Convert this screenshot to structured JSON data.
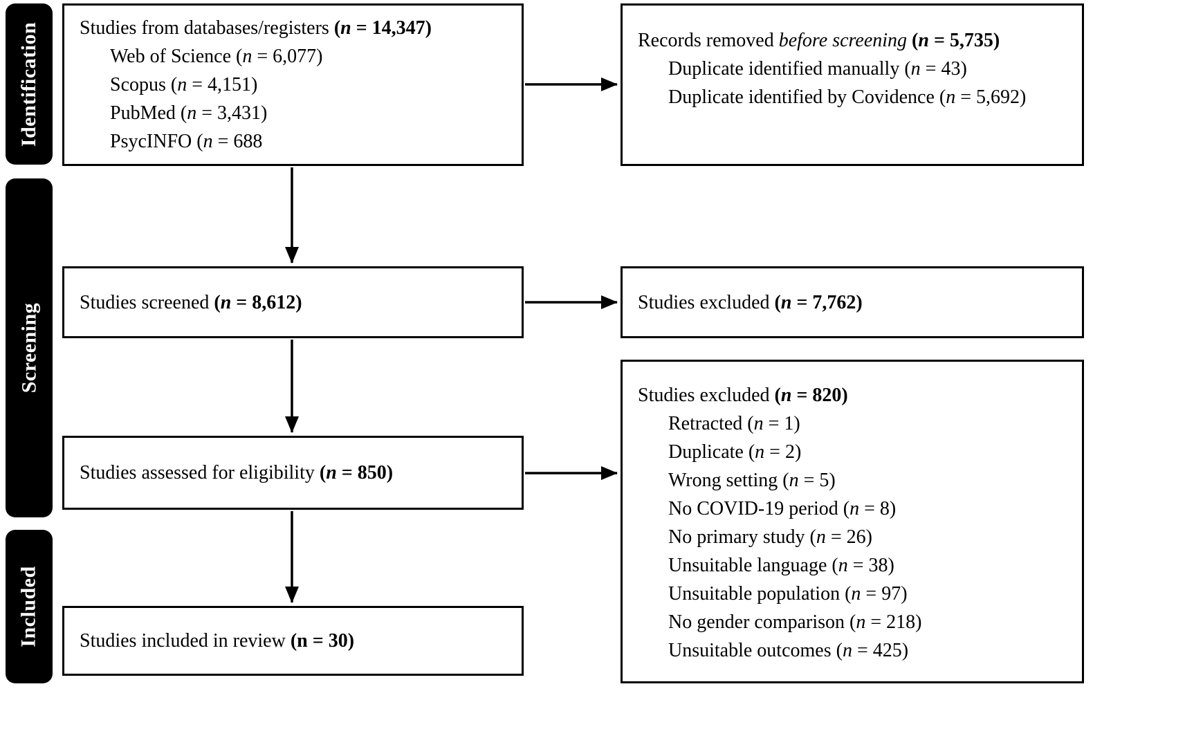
{
  "diagram_title": "PRISMA study selection flow diagram",
  "colors": {
    "box_border": "#000000",
    "stage_bg": "#000000",
    "stage_text": "#ffffff",
    "canvas_bg": "#ffffff",
    "arrow": "#000000"
  },
  "stages": [
    {
      "label": "Identification"
    },
    {
      "label": "Screening"
    },
    {
      "label": "Included"
    }
  ],
  "boxes": {
    "sources": {
      "lines": [
        {
          "indent": 0,
          "segments": [
            {
              "t": "Studies from databases/registers "
            },
            {
              "t": "(",
              "b": true
            },
            {
              "t": "n",
              "b": true,
              "i": true
            },
            {
              "t": " = 14,347)",
              "b": true
            }
          ]
        },
        {
          "indent": 1,
          "segments": [
            {
              "t": "Web of Science ("
            },
            {
              "t": "n",
              "i": true
            },
            {
              "t": " = 6,077)"
            }
          ]
        },
        {
          "indent": 1,
          "segments": [
            {
              "t": "Scopus ("
            },
            {
              "t": "n",
              "i": true
            },
            {
              "t": " = 4,151)"
            }
          ]
        },
        {
          "indent": 1,
          "segments": [
            {
              "t": "PubMed ("
            },
            {
              "t": "n",
              "i": true
            },
            {
              "t": " = 3,431)"
            }
          ]
        },
        {
          "indent": 1,
          "segments": [
            {
              "t": "PsycINFO ("
            },
            {
              "t": "n",
              "i": true
            },
            {
              "t": " = 688"
            }
          ]
        }
      ]
    },
    "screened": {
      "lines": [
        {
          "indent": 0,
          "segments": [
            {
              "t": "Studies screened "
            },
            {
              "t": "(",
              "b": true
            },
            {
              "t": "n",
              "b": true,
              "i": true
            },
            {
              "t": " = 8,612)",
              "b": true
            }
          ]
        }
      ]
    },
    "eligibility": {
      "lines": [
        {
          "indent": 0,
          "segments": [
            {
              "t": "Studies assessed for eligibility "
            },
            {
              "t": "(",
              "b": true
            },
            {
              "t": "n",
              "b": true,
              "i": true
            },
            {
              "t": " = 850)",
              "b": true
            }
          ]
        }
      ]
    },
    "included": {
      "lines": [
        {
          "indent": 0,
          "segments": [
            {
              "t": "Studies included in review "
            },
            {
              "t": "(",
              "b": true
            },
            {
              "t": "n",
              "b": true
            },
            {
              "t": " = 30)",
              "b": true
            }
          ]
        }
      ]
    },
    "removed_before_screening": {
      "lines": [
        {
          "indent": 0,
          "segments": [
            {
              "t": "Records removed "
            },
            {
              "t": "before screening",
              "i": true
            },
            {
              "t": " "
            },
            {
              "t": "(",
              "b": true
            },
            {
              "t": "n",
              "b": true,
              "i": true
            },
            {
              "t": " = 5,735)",
              "b": true
            }
          ]
        },
        {
          "indent": 1,
          "segments": [
            {
              "t": "Duplicate identified manually ("
            },
            {
              "t": "n",
              "i": true
            },
            {
              "t": " = 43)"
            }
          ]
        },
        {
          "indent": 1,
          "segments": [
            {
              "t": "Duplicate identified by Covidence ("
            },
            {
              "t": "n",
              "i": true
            },
            {
              "t": " = 5,692)"
            }
          ]
        }
      ]
    },
    "excluded_screening": {
      "lines": [
        {
          "indent": 0,
          "segments": [
            {
              "t": "Studies excluded "
            },
            {
              "t": "(",
              "b": true
            },
            {
              "t": "n",
              "b": true,
              "i": true
            },
            {
              "t": " = 7,762)",
              "b": true
            }
          ]
        }
      ]
    },
    "excluded_eligibility": {
      "lines": [
        {
          "indent": 0,
          "segments": [
            {
              "t": "Studies excluded "
            },
            {
              "t": "(",
              "b": true
            },
            {
              "t": "n",
              "b": true,
              "i": true
            },
            {
              "t": " = 820)",
              "b": true
            }
          ]
        },
        {
          "indent": 1,
          "segments": [
            {
              "t": "Retracted ("
            },
            {
              "t": "n",
              "i": true
            },
            {
              "t": " = 1)"
            }
          ]
        },
        {
          "indent": 1,
          "segments": [
            {
              "t": "Duplicate ("
            },
            {
              "t": "n",
              "i": true
            },
            {
              "t": " = 2)"
            }
          ]
        },
        {
          "indent": 1,
          "segments": [
            {
              "t": "Wrong setting ("
            },
            {
              "t": "n",
              "i": true
            },
            {
              "t": " = 5)"
            }
          ]
        },
        {
          "indent": 1,
          "segments": [
            {
              "t": "No COVID-19 period ("
            },
            {
              "t": "n",
              "i": true
            },
            {
              "t": " = 8)"
            }
          ]
        },
        {
          "indent": 1,
          "segments": [
            {
              "t": "No primary study ("
            },
            {
              "t": "n",
              "i": true
            },
            {
              "t": " = 26)"
            }
          ]
        },
        {
          "indent": 1,
          "segments": [
            {
              "t": "Unsuitable language ("
            },
            {
              "t": "n",
              "i": true
            },
            {
              "t": " = 38)"
            }
          ]
        },
        {
          "indent": 1,
          "segments": [
            {
              "t": "Unsuitable population ("
            },
            {
              "t": "n",
              "i": true
            },
            {
              "t": " = 97)"
            }
          ]
        },
        {
          "indent": 1,
          "segments": [
            {
              "t": "No gender comparison ("
            },
            {
              "t": "n",
              "i": true
            },
            {
              "t": " = 218)"
            }
          ]
        },
        {
          "indent": 1,
          "segments": [
            {
              "t": "Unsuitable outcomes ("
            },
            {
              "t": "n",
              "i": true
            },
            {
              "t": " = 425)"
            }
          ]
        }
      ]
    }
  }
}
